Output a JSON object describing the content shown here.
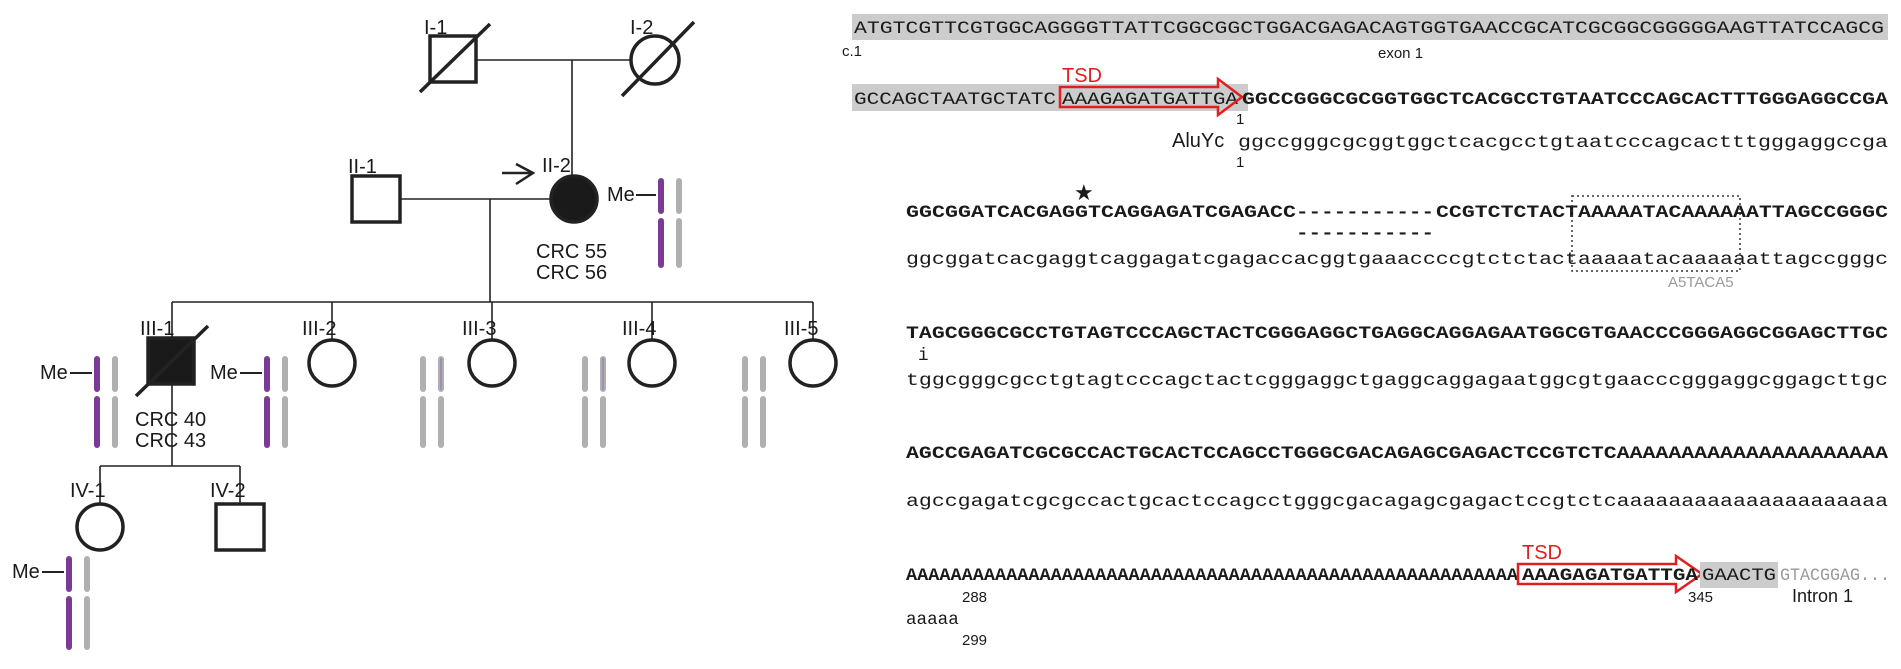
{
  "pedigree": {
    "individuals": {
      "I1": "I-1",
      "I2": "I-2",
      "II1": "II-1",
      "II2": "II-2",
      "III1": "III-1",
      "III2": "III-2",
      "III3": "III-3",
      "III4": "III-4",
      "III5": "III-5",
      "IV1": "IV-1",
      "IV2": "IV-2"
    },
    "methylation_label": "Me",
    "ii2_notes": [
      "CRC 55",
      "CRC 56"
    ],
    "iii1_notes": [
      "CRC 40",
      "CRC 43"
    ],
    "colors": {
      "methylated": "#7b3a96",
      "unmethylated": "#b0b0b0",
      "affected": "#1a1a1a"
    }
  },
  "sequence": {
    "row1_exon": "ATGTCGTTCGTGGCAGGGGTTATTCGGCGGCTGGACGAGACAGTGGTGAACCGCATCGCGGCGGGGGAAGTTATCCAGCG",
    "c1_label": "c.1",
    "exon1_label": "exon 1",
    "row2_exon_prefix": "GCCAGCTAATGCTATC",
    "row2_tsd": "AAAGAGATGATTGA",
    "row2_bold": "GGCCGGGCGCGGTGGCTCACGCCTGTAATCCCAGCACTTTGGGAGGCCGA",
    "tsd_label": "TSD",
    "num_1": "1",
    "aluyc_label": "AluYc",
    "row2_ref": "ggccgggcgcggtggctcacgcctgtaatcccagcactttgggaggccga",
    "row3_bold_a": "GGCGGATCACGAGGTCAGGAGATCGAGACC",
    "row3_gap": "-----------",
    "row3_bold_b": "CCGTCTCTACTAAAAATACAAAAAATTAGCCGGGC",
    "row3_ref": "ggcggatcacgaggtcaggagatcgagaccacggtgaaaccccgtctctactaaaaatacaaaaaattagccgggc",
    "star_label": "★",
    "a5taca5_label": "A5TACA5",
    "row4_bold": "TAGCGGGCGCCTGTAGTCCCAGCTACTCGGGAGGCTGAGGCAGGAGAATGGCGTGAACCCGGGAGGCGGAGCTTGC",
    "row4_i": "i",
    "row4_ref": "tggcgggcgcctgtagtcccagctactcgggaggctgaggcaggagaatggcgtgaacccgggaggcggagcttgc",
    "row5_bold": "AGCCGAGATCGCGCCACTGCACTCCAGCCTGGGCGACAGAGCGAGACTCCGTCTCAAAAAAAAAAAAAAAAAAAAA",
    "row5_ref": "agccgagatcgcgccactgcactccagcctgggcgacagagcgagactccgtctcaaaaaaaaaaaaaaaaaaaaa",
    "row6_bold": "AAAAAAAAAAAAAAAAAAAAAAAAAAAAAAAAAAAAAAAAAAAAAAAAAAAAAAA",
    "row6_tsd": "AAAGAGATGATTGA",
    "row6_exon_tail": "GAACTG",
    "row6_intron_seq": "GTACGGAG...",
    "num_288": "288",
    "num_345": "345",
    "intron1_label": "Intron 1",
    "row7_ref": "aaaaa",
    "num_299": "299",
    "colors": {
      "exon_highlight": "#cccccc",
      "tsd": "#e02020",
      "grey_text": "#9a9a9a"
    }
  }
}
